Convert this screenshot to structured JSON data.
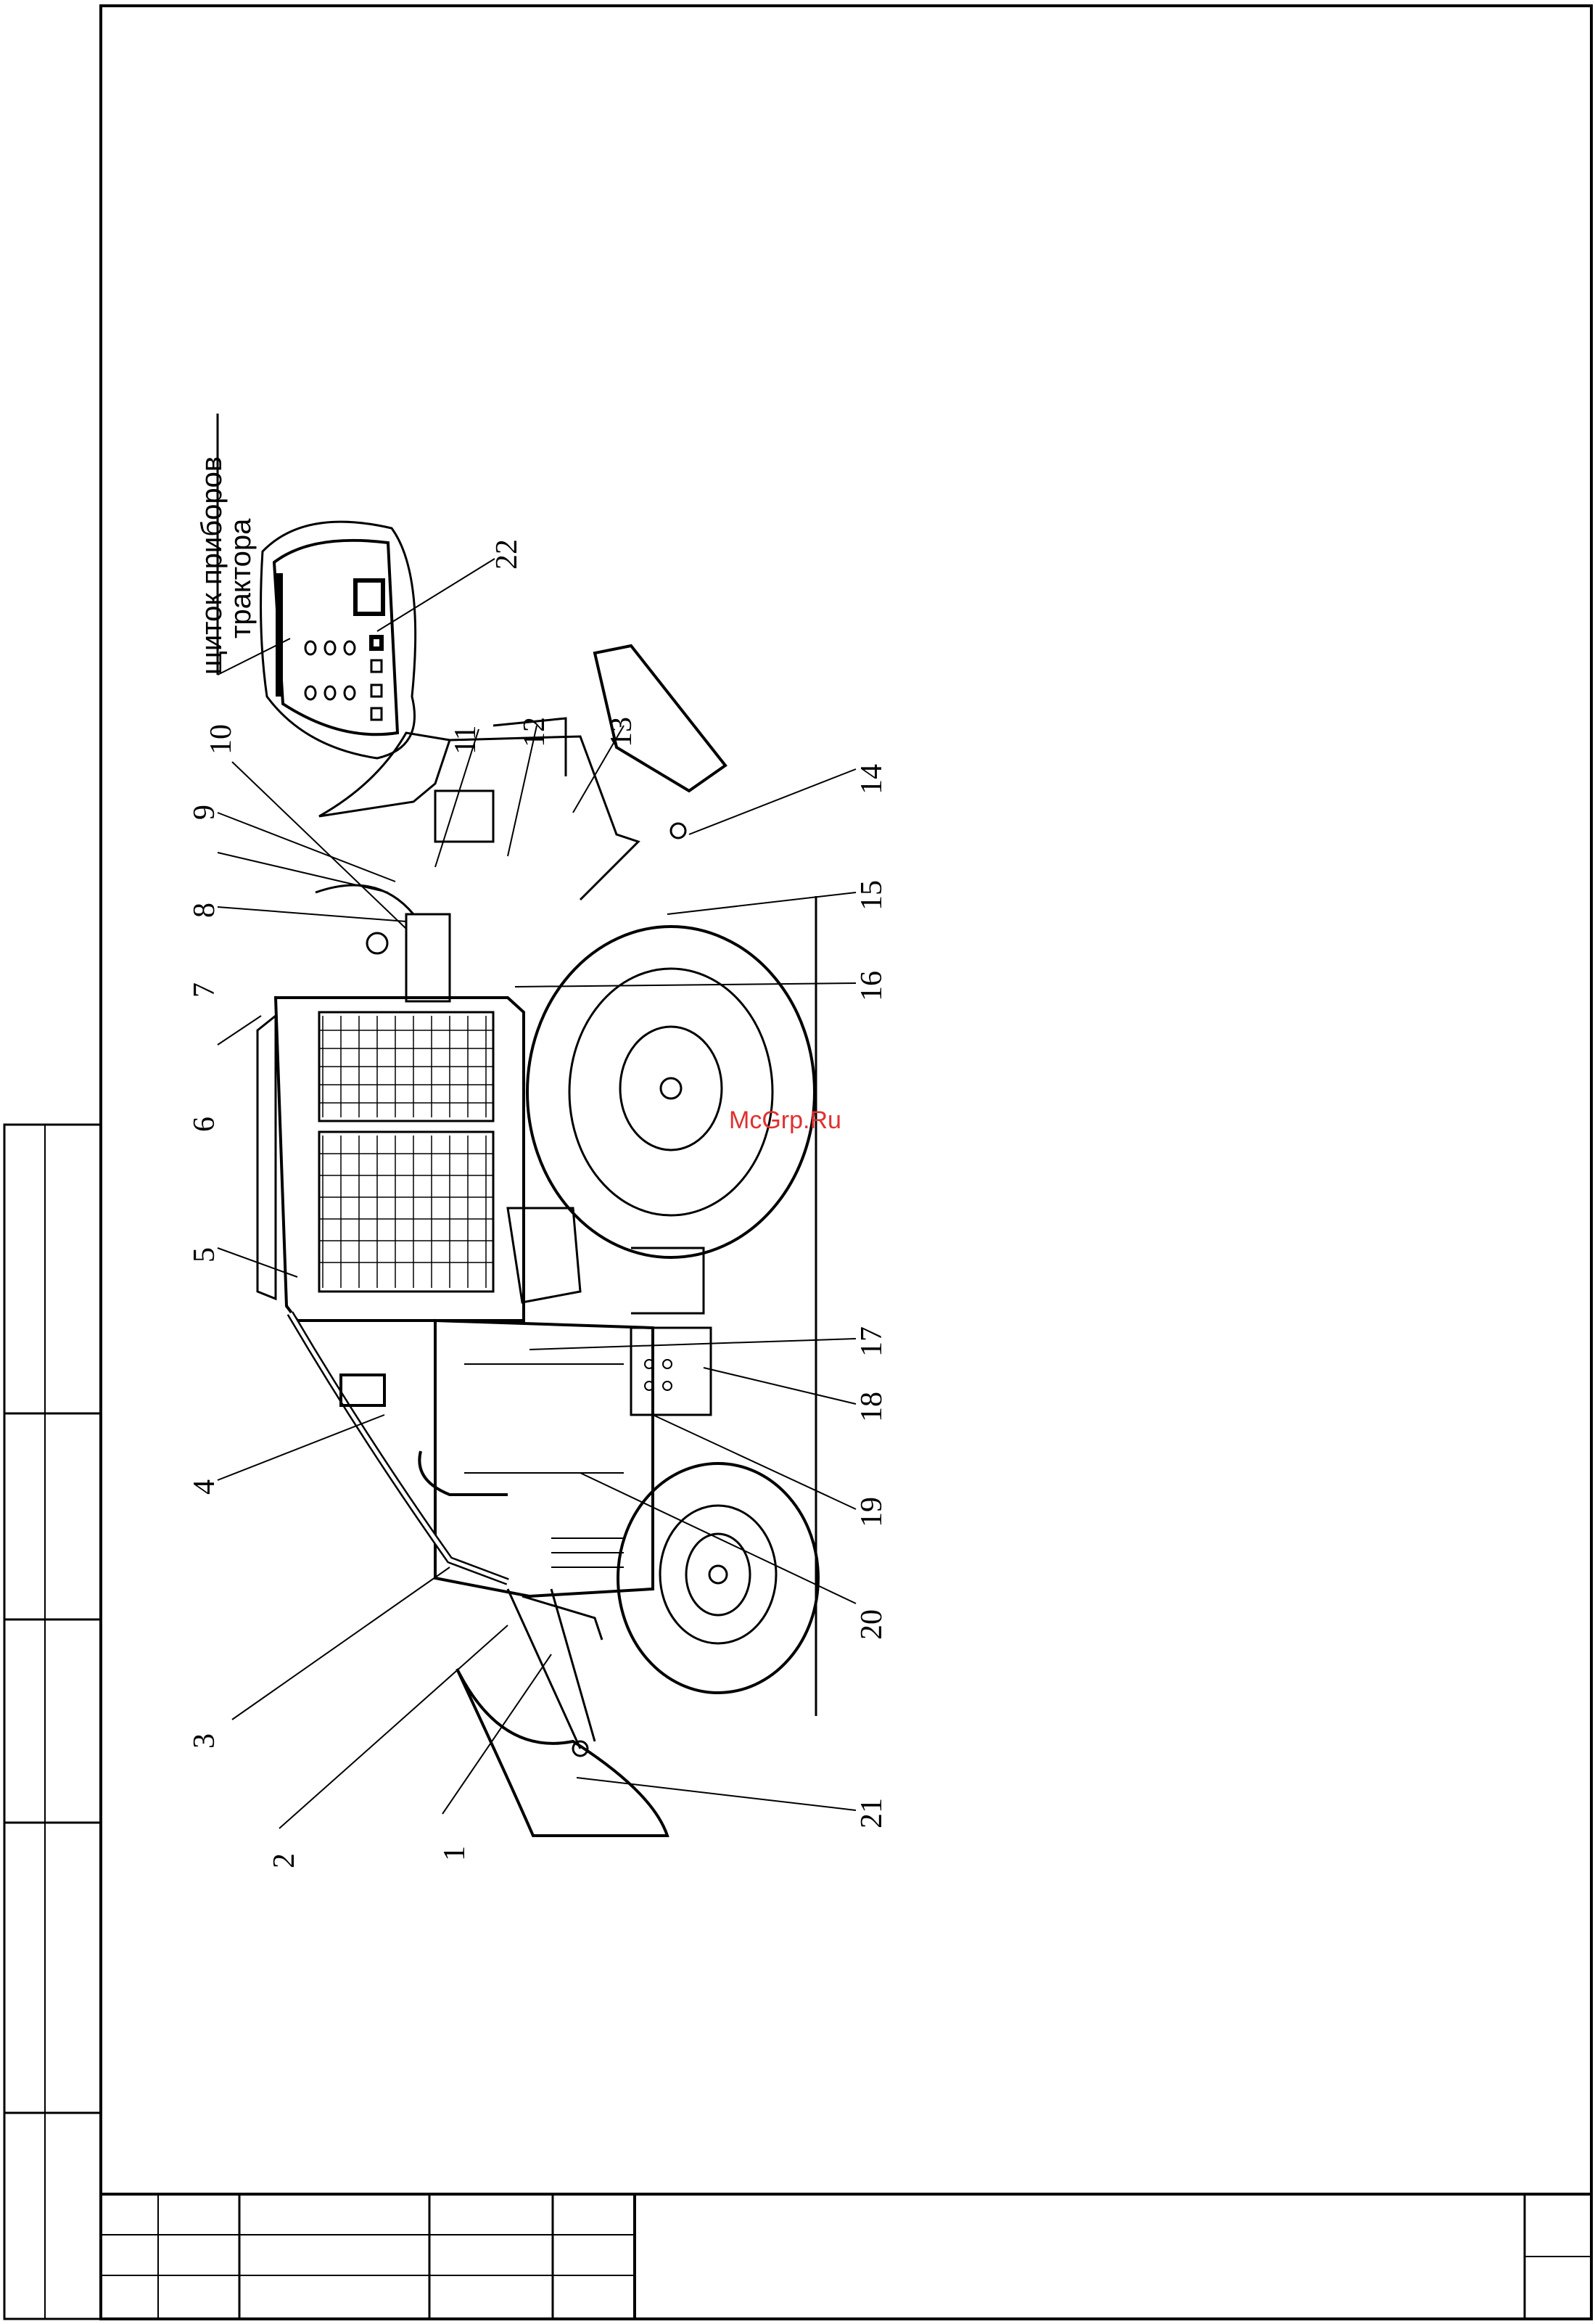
{
  "figure": {
    "caption_line1": "щиток приборов",
    "caption_line2": "трактора",
    "watermark": "McGrp.Ru",
    "callouts": [
      "1",
      "2",
      "3",
      "4",
      "5",
      "6",
      "7",
      "8",
      "9",
      "10",
      "11",
      "12",
      "13",
      "14",
      "15",
      "16",
      "17",
      "18",
      "19",
      "20",
      "21",
      "22"
    ]
  },
  "colors": {
    "ink": "#000000",
    "watermark": "#e03030",
    "paper": "#ffffff"
  }
}
